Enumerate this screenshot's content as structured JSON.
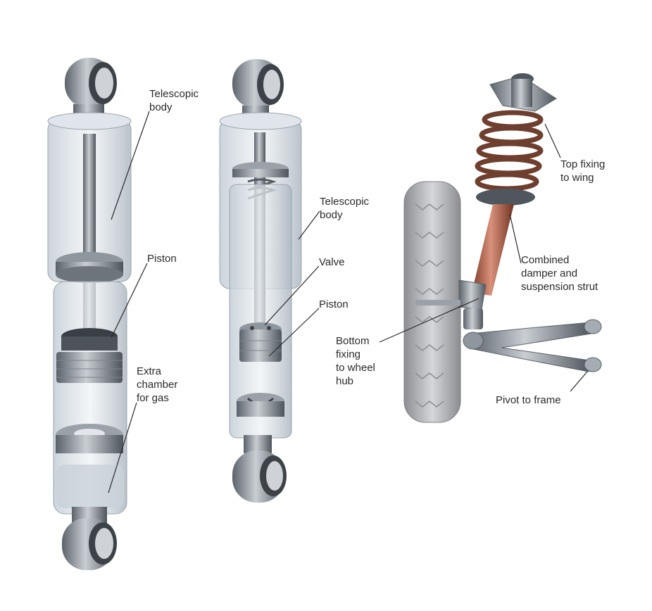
{
  "labels": {
    "left_telescopic_body": "Telescopic\nbody",
    "left_piston": "Piston",
    "extra_chamber": "Extra\nchamber\nfor gas",
    "mid_telescopic_body": "Telescopic\nbody",
    "mid_valve": "Valve",
    "mid_piston": "Piston",
    "bottom_fixing": "Bottom\nfixing\nto wheel\nhub",
    "top_fixing": "Top fixing\nto wing",
    "combined_damper": "Combined\ndamper and\nsuspension strut",
    "pivot_frame": "Pivot to frame"
  },
  "colors": {
    "metal": "#8a9199",
    "metal_dark": "#4f565e",
    "glass": "#d7dfe6",
    "strut": "#b5654a",
    "spring": "#6e3f2e",
    "tyre": "#b9babd",
    "label": "#2a2a2a"
  }
}
